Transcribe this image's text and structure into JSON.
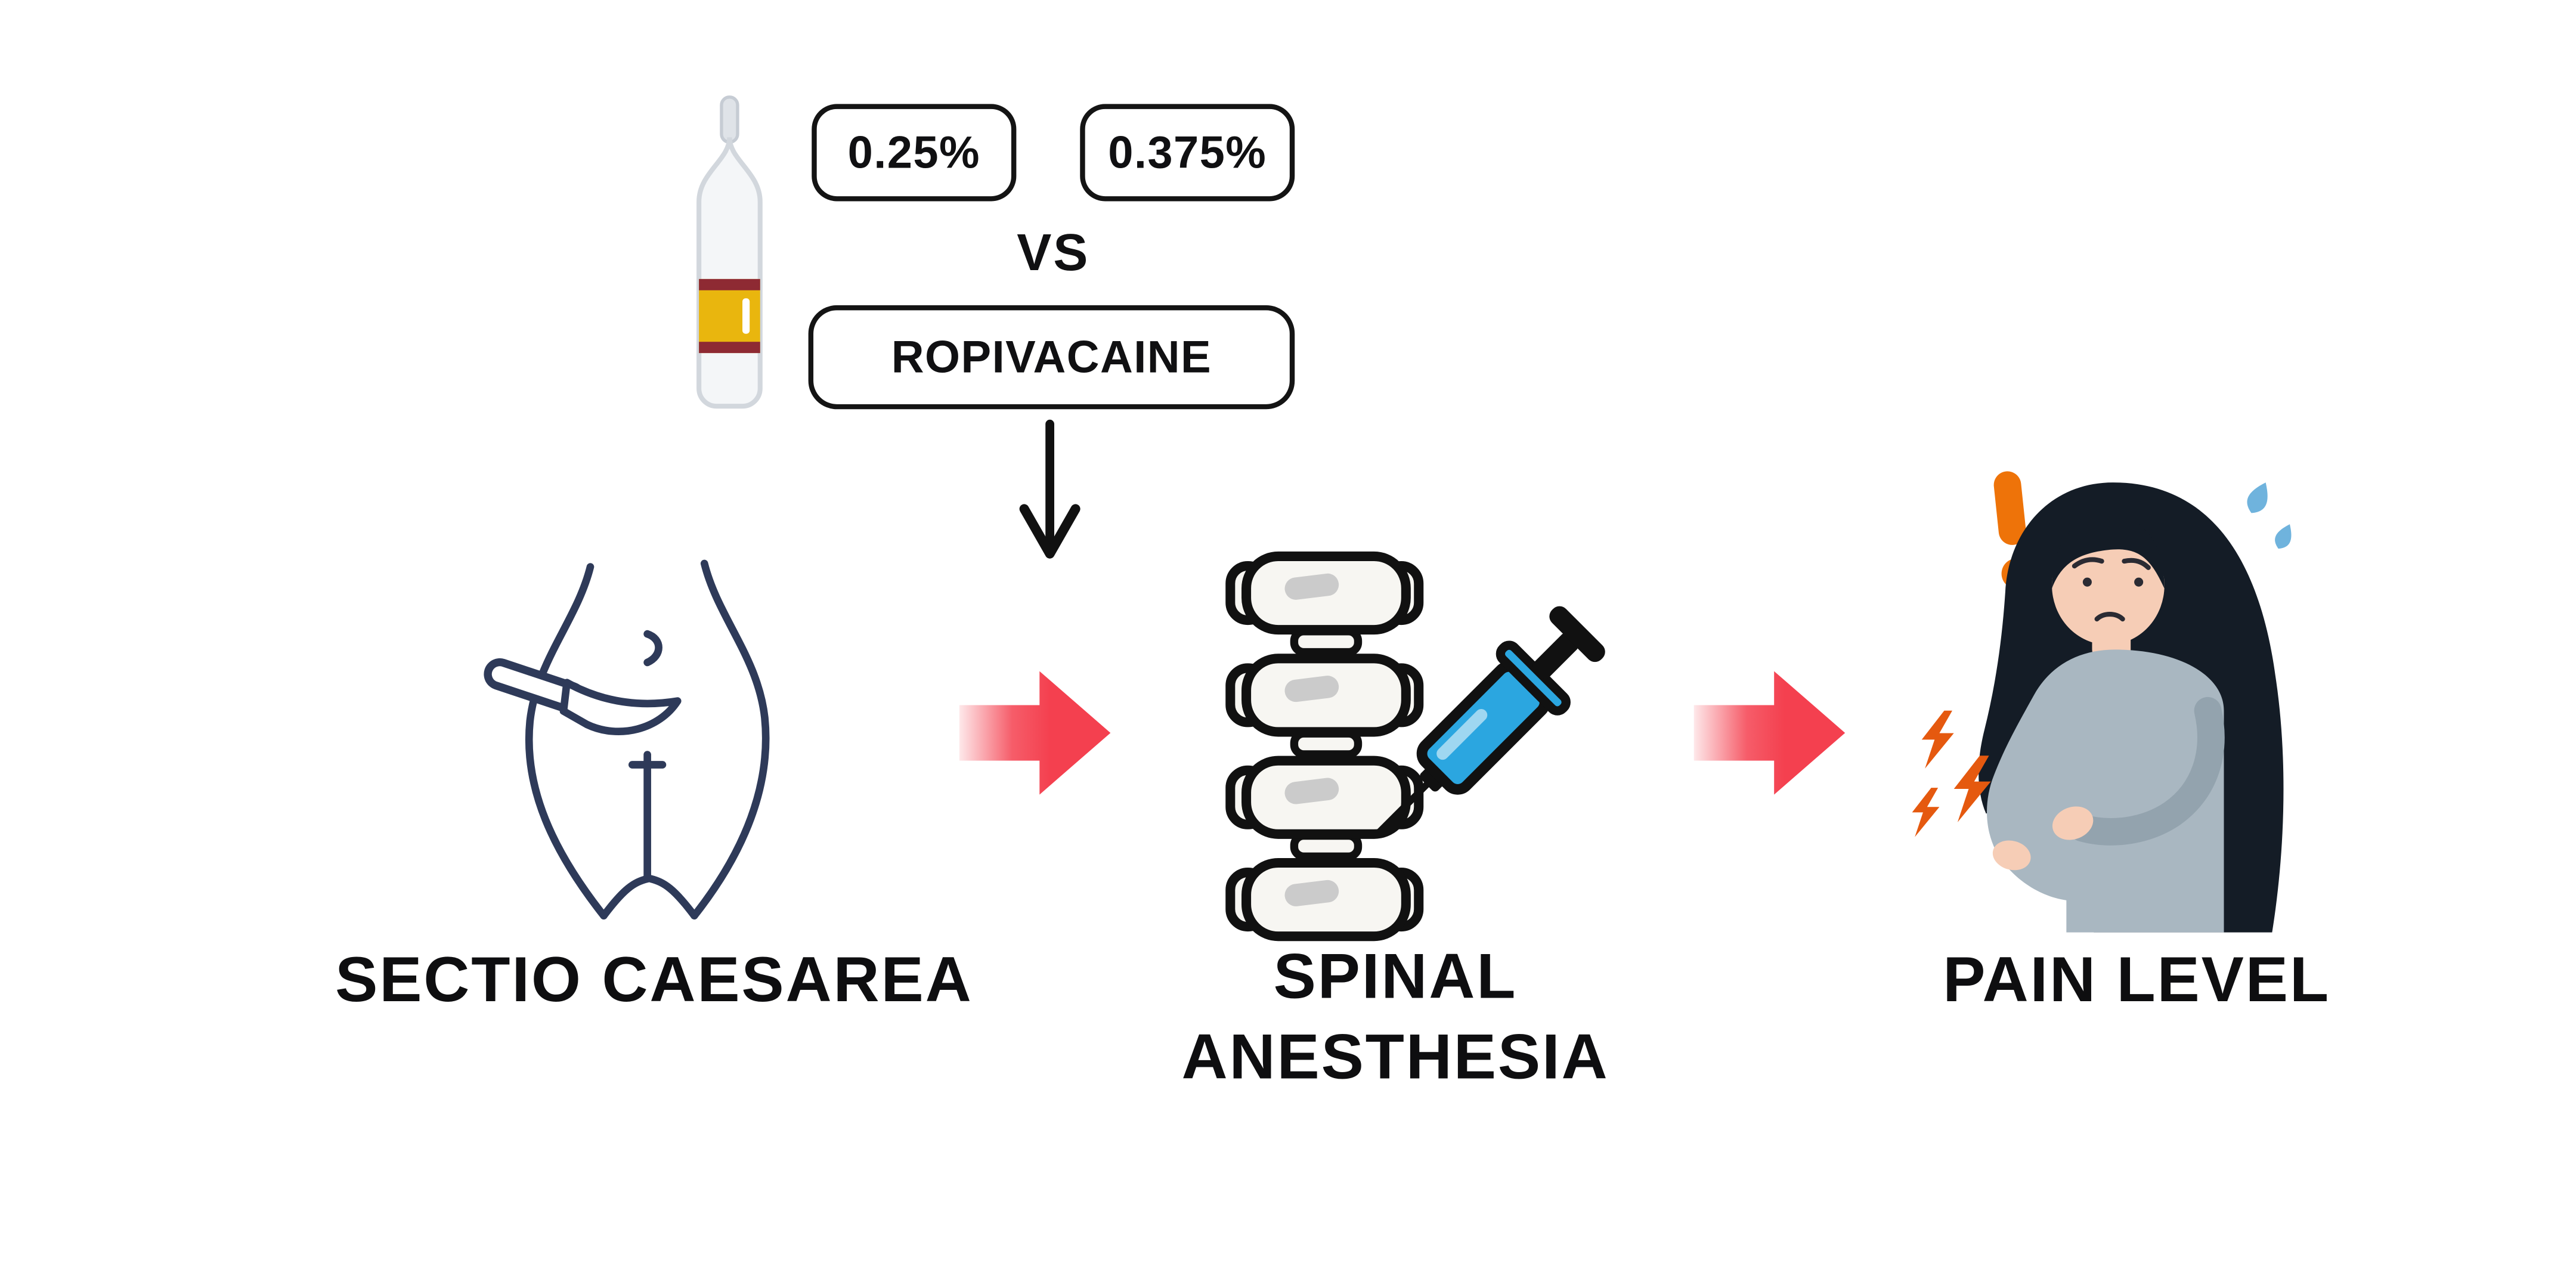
{
  "title": "Ropivacaine for spinal anesthesia in cesarean section - study flow diagram",
  "colors": {
    "background": "#ffffff",
    "text": "#0e0e10",
    "box_border": "#141414",
    "flow_arrow_red": "#f4404f",
    "down_arrow_black": "#111111",
    "body_outline_navy": "#2e3a59",
    "syringe_blue": "#2ba6e0",
    "spine_fill": "#f7f6f2",
    "alert_orange": "#ee7309",
    "pain_bolt_orange": "#e5590f",
    "sweat_drop_blue": "#6fb3dd",
    "ampoule_band_yellow": "#e9b60e",
    "ampoule_stripe_maroon": "#8e2a33",
    "hair_dark": "#141c26",
    "dress_gray": "#a9b7c1",
    "skin": "#f6cdb6"
  },
  "comparison": {
    "concentration_1": "0.25%",
    "concentration_2": "0.375%",
    "vs_label": "VS",
    "drug_name": "ROPIVACAINE"
  },
  "steps": [
    {
      "id": "sectio-caesarea",
      "icon": "cesarean-section-icon",
      "label": "SECTIO CAESAREA"
    },
    {
      "id": "spinal-anesthesia",
      "icon": "spine-syringe-icon",
      "label_line_1": "SPINAL",
      "label_line_2": "ANESTHESIA"
    },
    {
      "id": "pain-level",
      "icon": "pregnant-woman-pain-icon",
      "label": "PAIN LEVEL"
    }
  ],
  "icons": {
    "ampoule": "ampoule-icon",
    "down_arrow": "down-arrow-icon",
    "flow_arrow": "flow-arrow-icon",
    "cesarean": "cesarean-section-icon",
    "spine_syringe": "spine-syringe-icon",
    "pregnant_woman": "pregnant-woman-pain-icon",
    "exclamation": "exclamation-icon",
    "sweat_drops": "sweat-drops-icon",
    "pain_bolts": "pain-bolts-icon"
  }
}
